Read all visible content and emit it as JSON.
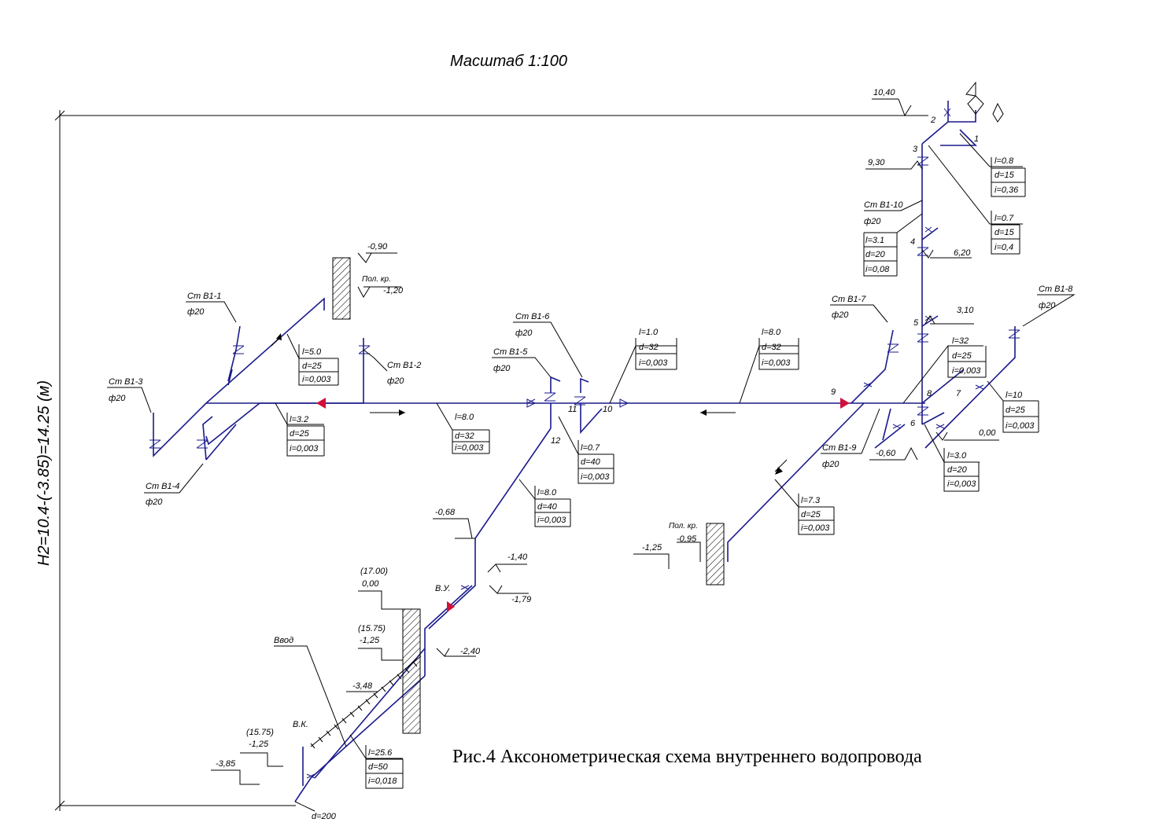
{
  "scale_label": "Масштаб 1:100",
  "height_label": "H2=10.4-(-3.85)=14.25 (м)",
  "caption": "Рис.4   Аксонометрическая схема внутреннего водопровода",
  "colors": {
    "pipe": "#1a1a8c",
    "pump_marker": "#d0103a",
    "line": "#000000"
  },
  "risers": [
    {
      "name": "Ст В1-1",
      "dia": "ф20"
    },
    {
      "name": "Ст В1-2",
      "dia": "ф20"
    },
    {
      "name": "Ст В1-3",
      "dia": "ф20"
    },
    {
      "name": "Ст В1-4",
      "dia": "ф20"
    },
    {
      "name": "Ст В1-5",
      "dia": "ф20"
    },
    {
      "name": "Ст В1-6",
      "dia": "ф20"
    },
    {
      "name": "Ст В1-7",
      "dia": "ф20"
    },
    {
      "name": "Ст В1-8",
      "dia": "ф20"
    },
    {
      "name": "Ст В1-9",
      "dia": "ф20"
    },
    {
      "name": "Ст В1-10",
      "dia": "ф20"
    }
  ],
  "elevations": [
    "10,40",
    "9,30",
    "6,20",
    "3,10",
    "0,00",
    "-0,60",
    "-0,90",
    "-1,20",
    "-0,68",
    "-1,40",
    "-1,79",
    "-2,40",
    "-1,25",
    "-0,95",
    "-3,48",
    "-3,85",
    "0,00",
    "-1,25",
    "-1,25"
  ],
  "level_refs": [
    "(17.00)",
    "(15.75)",
    "(15.75)"
  ],
  "labels": {
    "pol_kr": "Пол. кр.",
    "vu": "В.У.",
    "vk": "В.К.",
    "vvod": "Ввод",
    "d200": "d=200"
  },
  "nodes": [
    "1",
    "2",
    "3",
    "4",
    "5",
    "6",
    "7",
    "8",
    "9",
    "10",
    "11",
    "12"
  ],
  "segments": [
    {
      "l": "l=0.8",
      "d": "d=15",
      "i": "i=0,36"
    },
    {
      "l": "l=0.7",
      "d": "d=15",
      "i": "i=0,4"
    },
    {
      "l": "l=3.1",
      "d": "d=20",
      "i": "i=0,08"
    },
    {
      "l": "l=32",
      "d": "d=25",
      "i": "i=0,003"
    },
    {
      "l": "l=10",
      "d": "d=25",
      "i": "i=0,003"
    },
    {
      "l": "l=3.0",
      "d": "d=20",
      "i": "i=0,003"
    },
    {
      "l": "l=8.0",
      "d": "d=32",
      "i": "i=0,003"
    },
    {
      "l": "l=1.0",
      "d": "d=32",
      "i": "i=0,003"
    },
    {
      "l": "l=8.0",
      "d": "d=32",
      "i": "i=0,003"
    },
    {
      "l": "l=0.7",
      "d": "d=40",
      "i": "i=0,003"
    },
    {
      "l": "l=8.0",
      "d": "d=40",
      "i": "i=0,003"
    },
    {
      "l": "l=7.3",
      "d": "d=25",
      "i": "i=0,003"
    },
    {
      "l": "l=5.0",
      "d": "d=25",
      "i": "i=0,003"
    },
    {
      "l": "l=3.2",
      "d": "d=25",
      "i": "i=0,003"
    },
    {
      "l": "l=25.6",
      "d": "d=50",
      "i": "i=0,018"
    }
  ]
}
